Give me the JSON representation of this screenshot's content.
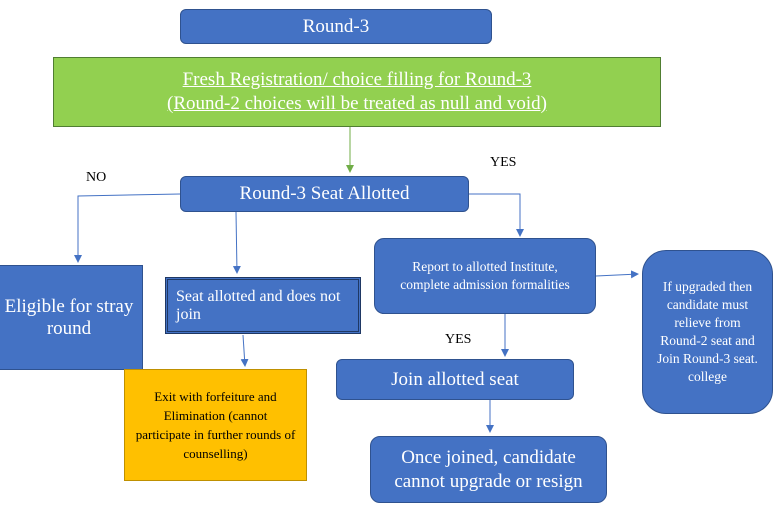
{
  "nodes": {
    "round3": "Round-3",
    "fresh_line1": "Fresh Registration/ choice filling for Round-3",
    "fresh_line2": "(Round-2 choices will be treated as null and void)",
    "seat_allotted": "Round-3 Seat Allotted",
    "stray": "Eligible for stray round",
    "not_join": "Seat allotted and does not join",
    "exit": "Exit with forfeiture and Elimination (cannot participate in further rounds of counselling)",
    "report": "Report to allotted Institute, complete admission formalities",
    "upgraded": "If upgraded then candidate must relieve from Round-2 seat and Join Round-3 seat. college",
    "join": "Join allotted seat",
    "once_joined": "Once joined, candidate cannot upgrade or resign"
  },
  "labels": {
    "no": "NO",
    "yes1": "YES",
    "yes2": "YES"
  },
  "colors": {
    "blue": "#4472C4",
    "green": "#92D050",
    "orange": "#FFC000"
  }
}
